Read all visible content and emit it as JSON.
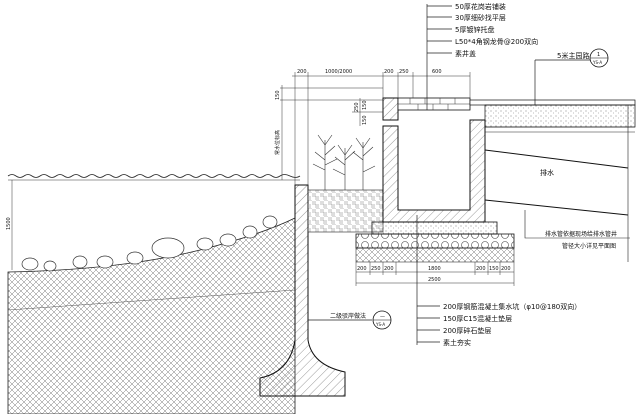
{
  "top_labels": [
    "50厚花岗岩铺装",
    "30厚细砂找平层",
    "5厚镀锌托盘",
    "L50*4角钢龙骨@200双向",
    "素井盖"
  ],
  "road_label": "5米主园路",
  "callout_top": {
    "num": "1",
    "ref": "YS-A"
  },
  "drain_label": "排水",
  "pipe_note": [
    "排水管依据现场给排水管井",
    "管径大小详见平面图"
  ],
  "revetment_label": "二级驳岸做法",
  "callout_bottom": {
    "num": "—",
    "ref": "YS-A"
  },
  "bottom_labels": [
    "200厚钢筋混凝土集水坑（φ10@180双向）",
    "150厚C15混凝土垫层",
    "200厚碎石垫层",
    "素土夯实"
  ],
  "dims_top": [
    "200",
    "1000/2000",
    "200",
    "250",
    "600"
  ],
  "dims_vert": [
    "150",
    "250",
    "150",
    "150"
  ],
  "water_level_label": "常水位标高",
  "depth_dim": "1500",
  "dims_bottom": [
    "200",
    "250",
    "200",
    "1800",
    "200",
    "150",
    "200"
  ],
  "dims_total": "2500"
}
